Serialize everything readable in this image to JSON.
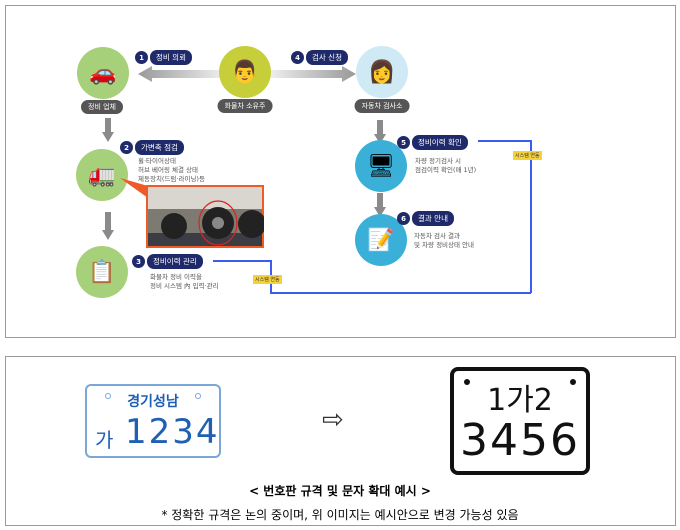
{
  "flow": {
    "nodes": {
      "shop": "정비 업체",
      "owner": "화물차 소유주",
      "center": "자동차 검사소"
    },
    "steps": [
      {
        "num": "1",
        "label": "정비 의뢰"
      },
      {
        "num": "2",
        "label": "가변축 점검",
        "desc": [
          "휠·타이어상태",
          "허브 베어링 체결 상태",
          "제동장치(드럼·라이닝)등"
        ]
      },
      {
        "num": "3",
        "label": "정비이력 관리",
        "desc": [
          "화물차 정비 이력을",
          "정비 시스템 內 입력·관리"
        ]
      },
      {
        "num": "4",
        "label": "검사 신청"
      },
      {
        "num": "5",
        "label": "정비이력 확인",
        "desc": [
          "차량 정기검사 시",
          "점검이력 확인(매 1년)"
        ]
      },
      {
        "num": "6",
        "label": "결과 안내",
        "desc": [
          "자동차 검사 결과",
          "및 차량 정비상태 안내"
        ]
      }
    ],
    "system_link": "시스템 연동"
  },
  "plates": {
    "old": {
      "region": "경기성남",
      "number_prefix": "가",
      "number": "1234"
    },
    "arrow": "⇨",
    "new": {
      "line1": "1가2",
      "line2": "3456"
    },
    "caption": "< 번호판 규격 및 문자 확대 예시 >",
    "note": "* 정확한 규격은 논의 중이며, 위 이미지는 예시안으로 변경 가능성 있음"
  }
}
